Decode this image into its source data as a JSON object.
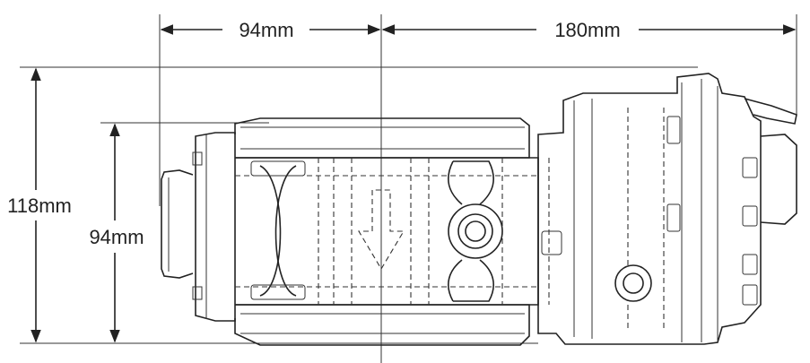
{
  "dimensions": {
    "width_front": "94mm",
    "width_length": "180mm",
    "height_outer": "118mm",
    "height_inner": "94mm"
  },
  "colors": {
    "line": "#222222",
    "background": "#ffffff"
  }
}
